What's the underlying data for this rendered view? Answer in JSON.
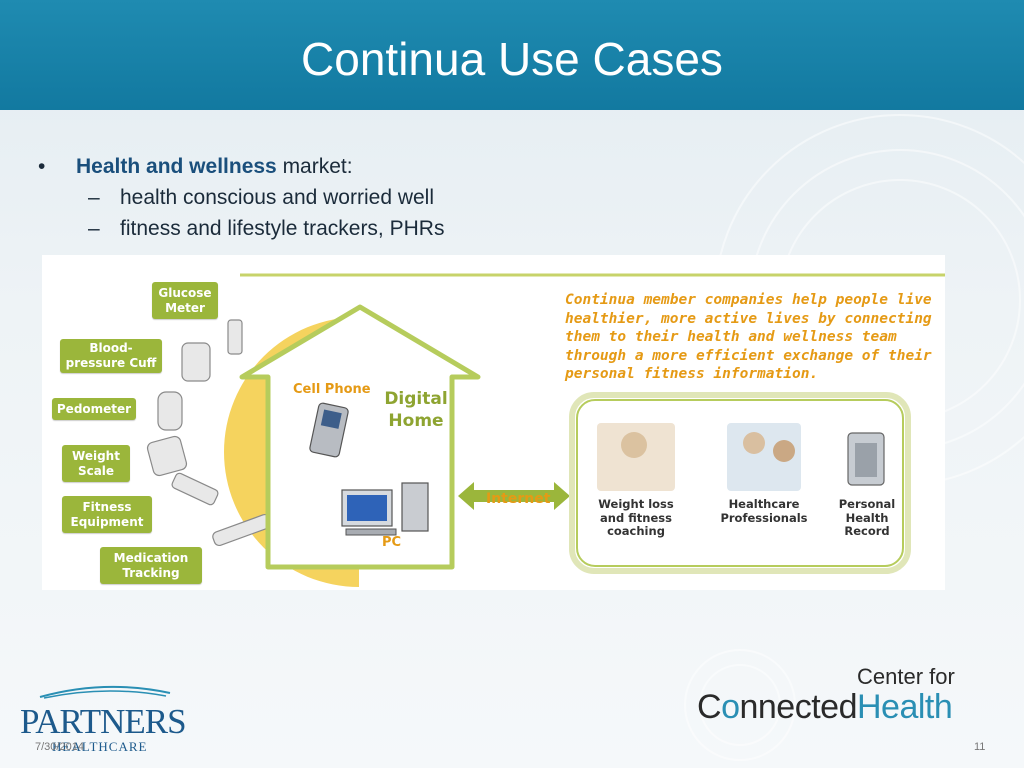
{
  "title": "Continua Use Cases",
  "bullets": {
    "main_bold": "Health and wellness",
    "main_rest": " market:",
    "subs": [
      "health conscious and worried well",
      "fitness and lifestyle trackers, PHRs"
    ]
  },
  "diagram": {
    "device_tags": [
      "Glucose Meter",
      "Blood-pressure Cuff",
      "Pedometer",
      "Weight Scale",
      "Fitness Equipment",
      "Medication Tracking"
    ],
    "cell_phone": "Cell Phone",
    "digital_home": "Digital Home",
    "pc": "PC",
    "internet": "Internet",
    "continua_statement": "Continua member companies help people live healthier, more active lives by connecting them to their health and wellness team through a more efficient exchange of their personal fitness information.",
    "cards": [
      "Weight loss and fitness coaching",
      "Healthcare Professionals",
      "Personal Health Record"
    ]
  },
  "footer": {
    "partners_name": "PARTNERS",
    "partners_sub": "HEALTHCARE",
    "date": "7/30/2014",
    "page": "11",
    "cch_top": "Center for",
    "cch_main_a": "C",
    "cch_main_b": "nnected",
    "cch_main_c": "Health"
  },
  "colors": {
    "title_bar": "#1279a0",
    "tag_green": "#9bb63b",
    "accent_orange": "#e59a15",
    "ring_yellow": "#f5d35e"
  }
}
